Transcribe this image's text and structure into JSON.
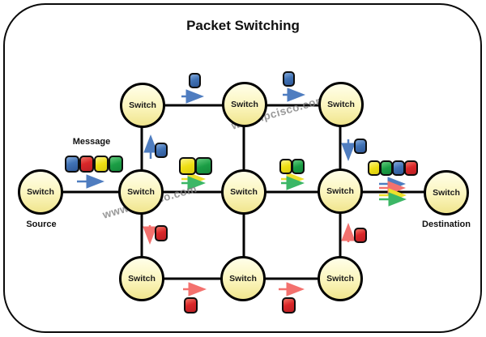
{
  "title": "Packet Switching",
  "watermark": "www.ipcisco.com",
  "labels": {
    "switch": "Switch",
    "source": "Source",
    "destination": "Destination",
    "message": "Message"
  },
  "colors": {
    "packet_blue": "#3A6DB0",
    "packet_red": "#D9262B",
    "packet_yellow": "#EDDD12",
    "packet_green": "#1A9C43",
    "arrow_blue": "#4F7DC0",
    "arrow_red": "#F3716E",
    "arrow_yellow": "#EDE02C",
    "arrow_green": "#3CB766",
    "switch_fill_top": "#FFFEE8",
    "switch_fill_bottom": "#F0E58E",
    "line_black": "#000000",
    "watermark_gray": "#808080"
  },
  "diagram": {
    "node_count": 11,
    "nodes": [
      "source",
      "middle-left",
      "middle-center",
      "middle-right",
      "destination",
      "top-left",
      "top-center",
      "top-right",
      "bottom-left",
      "bottom-center",
      "bottom-right"
    ],
    "message_packets": [
      "blue",
      "red",
      "yellow",
      "green"
    ],
    "flows": [
      {
        "color": "blue",
        "route": "source > middle-left > top-left > top-center > top-right > middle-right > destination"
      },
      {
        "color": "yellow",
        "route": "source > middle-left > middle-center > middle-right > destination"
      },
      {
        "color": "green",
        "route": "source > middle-left > middle-center > middle-right > destination"
      },
      {
        "color": "red",
        "route": "source > middle-left > bottom-left > bottom-center > bottom-right > middle-right > destination"
      }
    ]
  }
}
